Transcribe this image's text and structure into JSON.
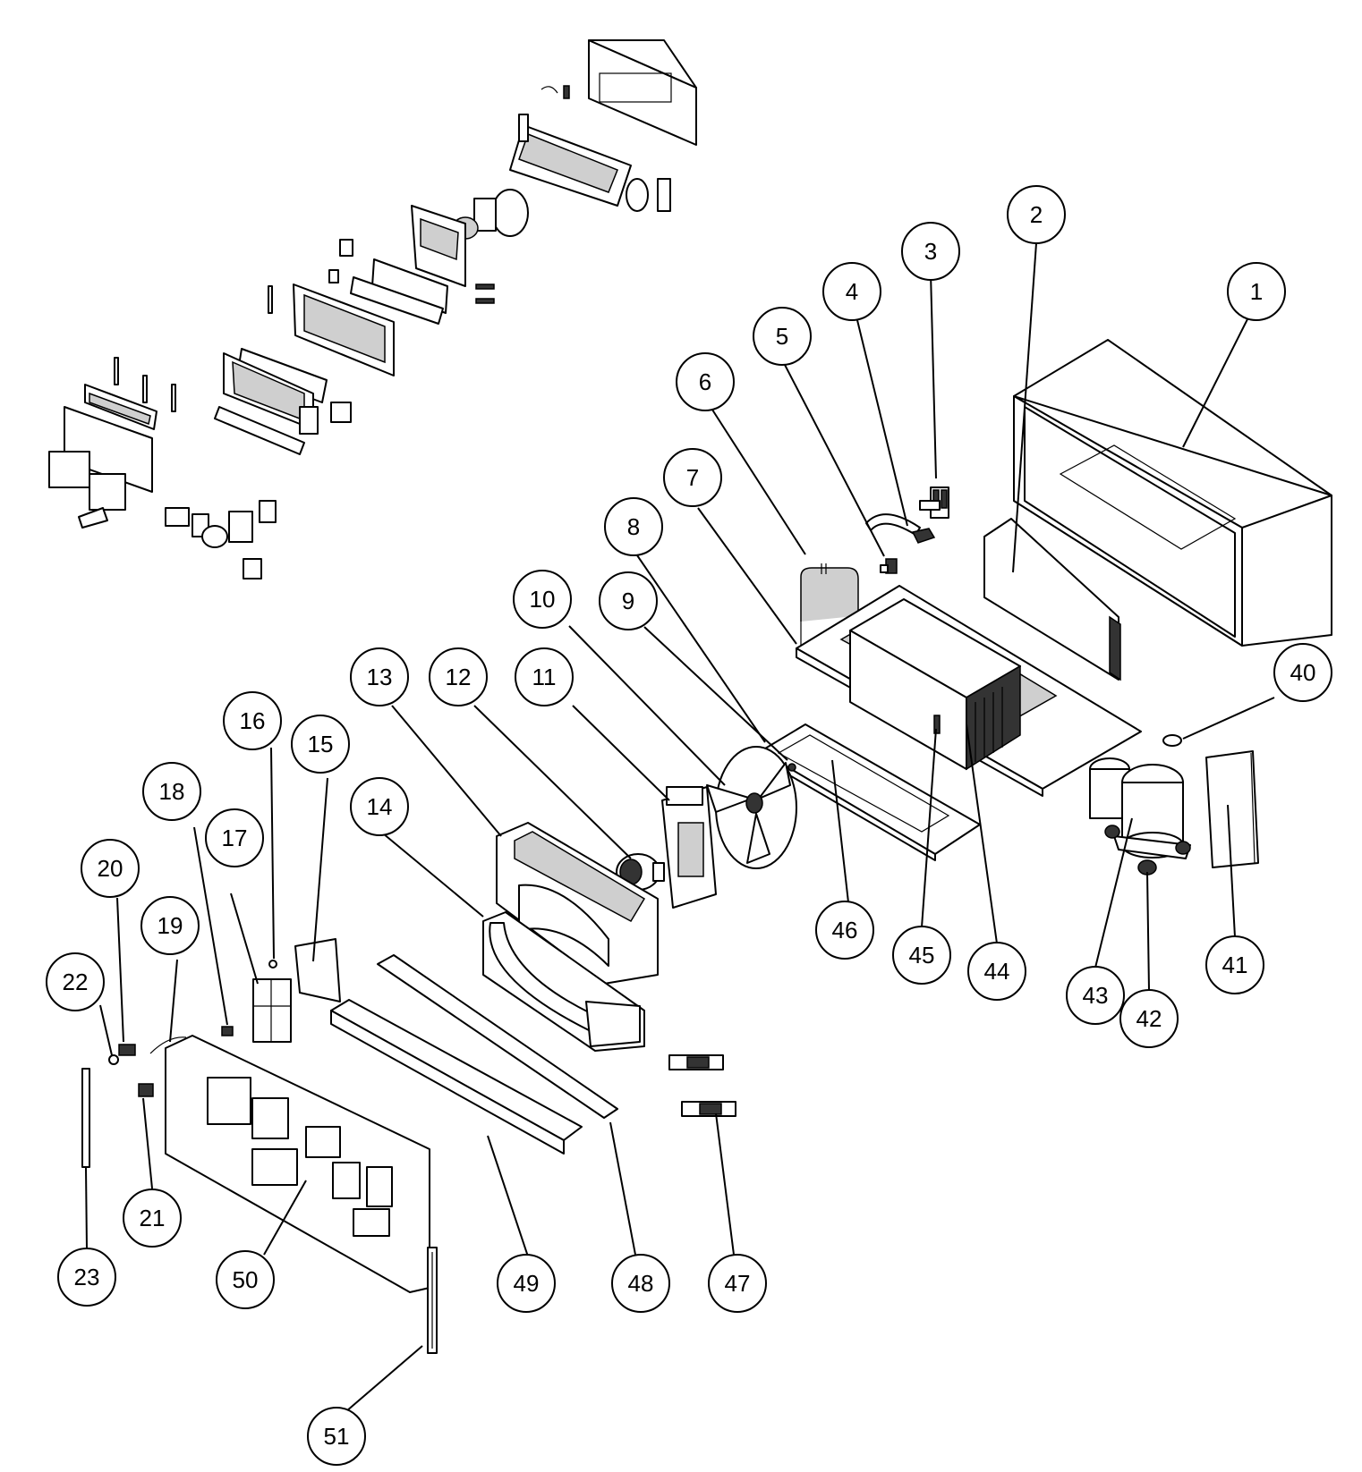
{
  "diagram": {
    "callouts": [
      {
        "id": "c1",
        "label": "1"
      },
      {
        "id": "c2",
        "label": "2"
      },
      {
        "id": "c3",
        "label": "3"
      },
      {
        "id": "c4",
        "label": "4"
      },
      {
        "id": "c5",
        "label": "5"
      },
      {
        "id": "c6",
        "label": "6"
      },
      {
        "id": "c7",
        "label": "7"
      },
      {
        "id": "c8",
        "label": "8"
      },
      {
        "id": "c9",
        "label": "9"
      },
      {
        "id": "c10",
        "label": "10"
      },
      {
        "id": "c11",
        "label": "11"
      },
      {
        "id": "c12",
        "label": "12"
      },
      {
        "id": "c13",
        "label": "13"
      },
      {
        "id": "c14",
        "label": "14"
      },
      {
        "id": "c15",
        "label": "15"
      },
      {
        "id": "c16",
        "label": "16"
      },
      {
        "id": "c17",
        "label": "17"
      },
      {
        "id": "c18",
        "label": "18"
      },
      {
        "id": "c19",
        "label": "19"
      },
      {
        "id": "c20",
        "label": "20"
      },
      {
        "id": "c21",
        "label": "21"
      },
      {
        "id": "c22",
        "label": "22"
      },
      {
        "id": "c23",
        "label": "23"
      },
      {
        "id": "c40",
        "label": "40"
      },
      {
        "id": "c41",
        "label": "41"
      },
      {
        "id": "c42",
        "label": "42"
      },
      {
        "id": "c43",
        "label": "43"
      },
      {
        "id": "c44",
        "label": "44"
      },
      {
        "id": "c45",
        "label": "45"
      },
      {
        "id": "c46",
        "label": "46"
      },
      {
        "id": "c47",
        "label": "47"
      },
      {
        "id": "c48",
        "label": "48"
      },
      {
        "id": "c49",
        "label": "49"
      },
      {
        "id": "c50",
        "label": "50"
      },
      {
        "id": "c51",
        "label": "51"
      }
    ]
  }
}
